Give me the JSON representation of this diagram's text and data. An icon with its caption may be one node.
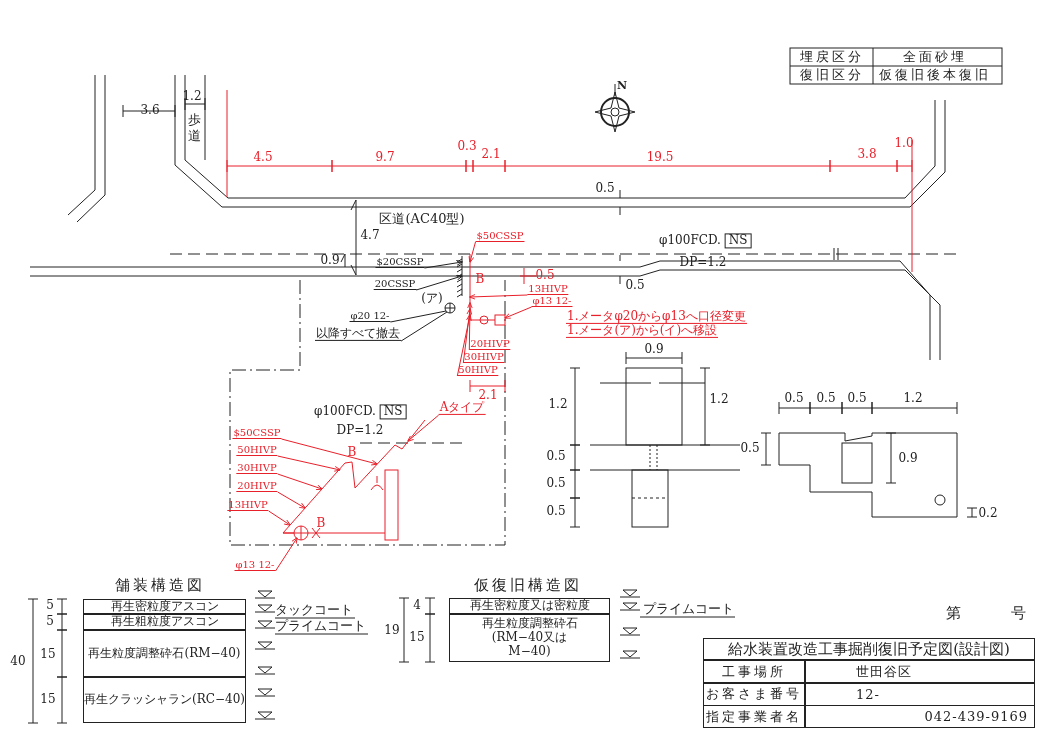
{
  "diagram": {
    "title": "給水装置改造工事掘削復旧予定図(設計図)",
    "nodes": [
      {
        "text": [
          "$50CSSP"
        ]
      },
      {
        "text": [
          "$20CSSP"
        ]
      },
      {
        "text": [
          "20CSSP"
        ]
      },
      {
        "text": [
          "φ20 12-"
        ]
      },
      {
        "text": [
          "以降すべて撤去"
        ]
      },
      {
        "text": [
          "13HIVP"
        ]
      },
      {
        "text": [
          "φ13 12-"
        ]
      },
      {
        "text": [
          "20HIVP"
        ]
      },
      {
        "text": [
          "30HIVP"
        ]
      },
      {
        "text": [
          "50HIVP"
        ]
      },
      {
        "text": [
          "Aタイプ"
        ]
      },
      {
        "text": [
          "$50CSSP"
        ]
      },
      {
        "text": [
          "50HIVP"
        ]
      },
      {
        "text": [
          "30HIVP"
        ]
      },
      {
        "text": [
          "20HIVP"
        ]
      },
      {
        "text": [
          "13HIVP"
        ]
      },
      {
        "text": [
          "φ13 12-"
        ]
      },
      {
        "text": [
          "再生密粒度アスコン"
        ]
      },
      {
        "text": [
          "再生粗粒度アスコン"
        ]
      },
      {
        "text": [
          "再生粒度調整砕石(RM−40)"
        ]
      },
      {
        "text": [
          "再生クラッシャラン(RC−40)"
        ]
      },
      {
        "text": [
          "再生密粒度又は密粒度"
        ]
      },
      {
        "text": [
          "再生粒度調整砕石 (RM−40又はM−40)"
        ]
      },
      {
        "text": [],
        "shape": "line"
      },
      {
        "text": [],
        "shape": "bar"
      },
      {
        "text": [],
        "shape": "circle"
      },
      {
        "text": [],
        "shape": "box"
      },
      {
        "text": [],
        "shape": "line"
      },
      {
        "text": [],
        "shape": "circle"
      }
    ],
    "edges": [
      {
        "from": 0,
        "to": 23,
        "arrow": "to"
      },
      {
        "from": 1,
        "to": 24,
        "arrow": "to",
        "color": "#222222"
      },
      {
        "from": 2,
        "to": 24,
        "arrow": "to",
        "color": "#222222"
      },
      {
        "from": 3,
        "to": 25,
        "arrow": "none",
        "color": "#222222"
      },
      {
        "from": 4,
        "to": 25,
        "arrow": "none",
        "color": "#222222"
      },
      {
        "from": 5,
        "to": 23,
        "arrow": "to"
      },
      {
        "from": 6,
        "to": 26,
        "arrow": "to"
      },
      {
        "from": 7,
        "to": 23,
        "arrow": "to"
      },
      {
        "from": 8,
        "to": 23,
        "arrow": "to"
      },
      {
        "from": 9,
        "to": 23,
        "arrow": "to"
      },
      {
        "from": 10,
        "to": 27,
        "arrow": "to"
      },
      {
        "from": 11,
        "to": 27,
        "arrow": "to"
      },
      {
        "from": 12,
        "to": 27,
        "arrow": "to"
      },
      {
        "from": 13,
        "to": 27,
        "arrow": "to"
      },
      {
        "from": 14,
        "to": 27,
        "arrow": "to"
      },
      {
        "from": 15,
        "to": 27,
        "arrow": "to"
      },
      {
        "from": 16,
        "to": 28,
        "arrow": "to"
      }
    ],
    "labels": [
      "埋戻区分",
      "全面砂埋",
      "復旧区分",
      "仮復旧後本復旧",
      "3.6",
      "1.2",
      "歩道",
      "N",
      "4.5",
      "9.7",
      "0.3",
      "2.1",
      "19.5",
      "3.8",
      "1.0",
      "0.5",
      "区道(AC40型)",
      "4.7",
      "φ100FCD.",
      "NS",
      "0.9",
      "DP=1.2",
      "0.5",
      "(ア)",
      "B",
      "0.5",
      "1.メータφ20からφ13へ口径変更",
      "1.メータ(ア)から(イ)へ移設",
      "2.1",
      "0.9",
      "1.2",
      "1.2",
      "0.5",
      "0.5",
      "0.5",
      "1.2",
      "0.5",
      "0.5",
      "0.9",
      "0.5",
      "0.5",
      "0.2",
      "φ100FCD.",
      "NS",
      "DP=1.2",
      "B",
      "B",
      "舗装構造図",
      "仮復旧構造図",
      "5",
      "タックコート",
      "5",
      "プライムコート",
      "40",
      "15",
      "15",
      "4",
      "プライムコート",
      "19",
      "15",
      "第",
      "号",
      "工事場所",
      "世田谷区",
      "お客さま番号",
      "12-",
      "指定事業者名",
      "042-439-9169"
    ]
  }
}
